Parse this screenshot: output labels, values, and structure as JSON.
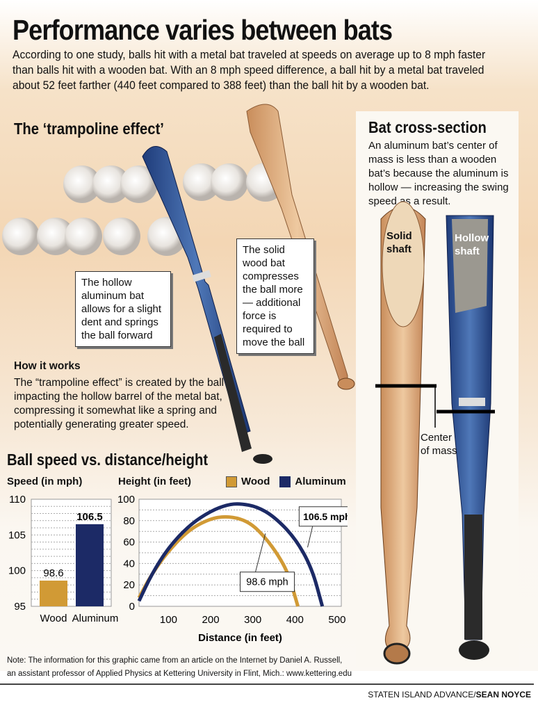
{
  "title": "Performance varies between bats",
  "intro": "According to one study, balls hit with a metal bat traveled at speeds on average up to 8 mph faster than balls hit with a wooden bat. With an 8 mph speed difference, a ball hit by a metal bat traveled about 52 feet farther (440 feet compared to 388 feet) than the ball hit by a wooden bat.",
  "trampoline": {
    "heading": "The ‘trampoline effect’",
    "callout_aluminum": "The hollow aluminum bat allows for a slight dent and springs the ball forward",
    "callout_wood": "The solid wood bat compresses the ball more — additional force is required to move the ball",
    "how_heading": "How it works",
    "how_text": "The “trampoline effect” is created by the ball impacting the hollow barrel of the metal bat, compressing it somewhat like a spring and potentially generating greater speed."
  },
  "cross_section": {
    "heading": "Bat cross-section",
    "text": "An aluminum bat’s center of mass is less than a wooden bat’s because the aluminum is hollow — increasing the swing speed as a result.",
    "solid_label": "Solid shaft",
    "hollow_label": "Hollow shaft",
    "center_label": "Center of mass"
  },
  "charts_heading": "Ball speed vs. distance/height",
  "colors": {
    "wood": "#d19a35",
    "aluminum": "#1c2a66"
  },
  "chart_data": [
    {
      "type": "bar",
      "title": "Speed (in mph)",
      "categories": [
        "Wood",
        "Aluminum"
      ],
      "values": [
        98.6,
        106.5
      ],
      "value_labels": [
        "98.6",
        "106.5"
      ],
      "ylim": [
        95,
        110
      ],
      "yticks": [
        "95",
        "100",
        "105",
        "110"
      ],
      "grid": true
    },
    {
      "type": "line",
      "ylabel": "Height (in feet)",
      "xlabel": "Distance (in feet)",
      "xlim": [
        30,
        510
      ],
      "ylim": [
        0,
        100
      ],
      "xticks": [
        "100",
        "200",
        "300",
        "400",
        "500"
      ],
      "yticks": [
        "0",
        "20",
        "40",
        "60",
        "80",
        "100"
      ],
      "grid": true,
      "legend": "top-right",
      "series": [
        {
          "name": "Wood",
          "label": "98.6 mph",
          "x": [
            30,
            60,
            100,
            150,
            200,
            235,
            270,
            300,
            330,
            360,
            385,
            407
          ],
          "y": [
            8,
            30,
            52,
            72,
            82,
            84,
            82,
            76,
            64,
            48,
            30,
            0
          ]
        },
        {
          "name": "Aluminum",
          "label": "106.5 mph",
          "x": [
            30,
            60,
            100,
            150,
            200,
            240,
            270,
            310,
            350,
            400,
            440,
            465
          ],
          "y": [
            5,
            30,
            55,
            76,
            89,
            95,
            96,
            93,
            84,
            64,
            36,
            0
          ]
        }
      ]
    }
  ],
  "note": [
    "Note: The information for this graphic came from an article on the Internet by Daniel A. Russell,",
    "an assistant professor of Applied Physics at Kettering University in Flint, Mich.: www.kettering.edu"
  ],
  "credit": {
    "org": "STATEN ISLAND ADVANCE/",
    "author": "SEAN NOYCE"
  }
}
